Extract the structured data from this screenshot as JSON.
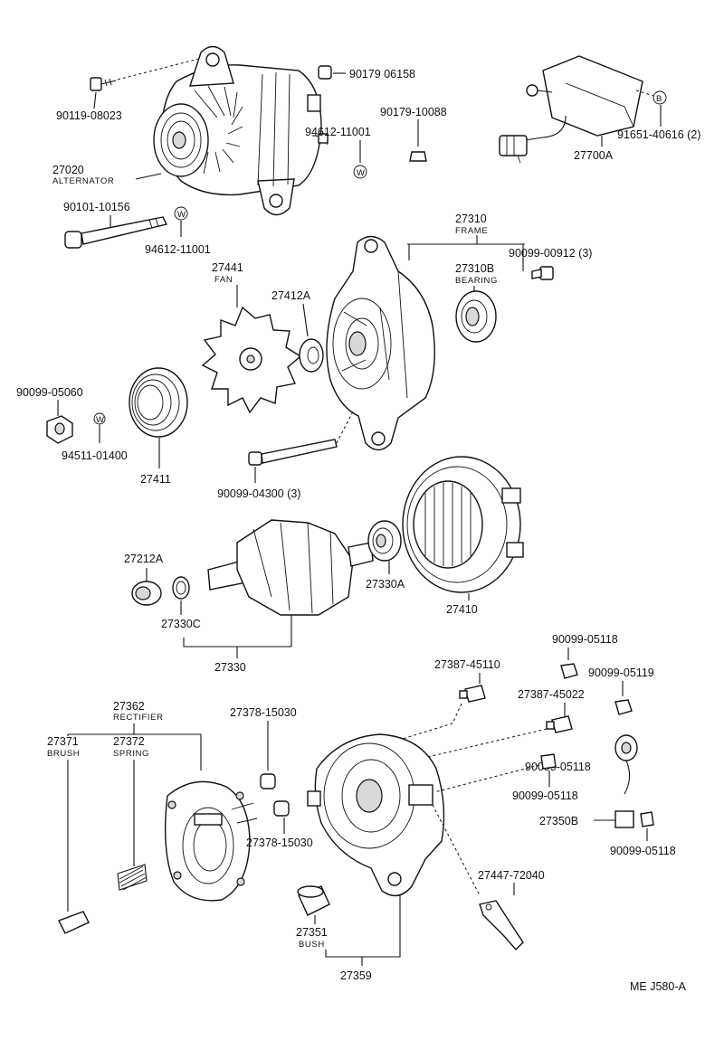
{
  "diagram": {
    "parts": {
      "screw_90119_08023": "90119-08023",
      "alternator_27020": "27020",
      "alternator_27020_name": "ALTERNATOR",
      "screw_90179_06158": "90179 06158",
      "nut_90179_10088": "90179-10088",
      "washer_94612_11001_top": "94612-11001",
      "regulator_27700A": "27700A",
      "screw_91651_40616": "91651-40616 (2)",
      "bolt_90101_10156": "90101-10156",
      "washer_94612_11001_low": "94612-11001",
      "fan_27441": "27441",
      "fan_27441_name": "FAN",
      "spacer_27412A": "27412A",
      "frame_27310": "27310",
      "frame_27310_name": "FRAME",
      "bearing_27310B": "27310B",
      "bearing_27310B_name": "BEARING",
      "screw_90099_00912": "90099-00912 (3)",
      "nut_90099_05060": "90099-05060",
      "washer_94511_01400": "94511-01400",
      "pulley_27411": "27411",
      "bolt_90099_04300": "90099-04300 (3)",
      "collar_27212A": "27212A",
      "cover_27330C": "27330C",
      "rotor_27330": "27330",
      "bearing_27330A": "27330A",
      "stator_27410": "27410",
      "nut_90099_05118_top": "90099-05118",
      "nut_90099_05119": "90099-05119",
      "terminal_27387_45110": "27387-45110",
      "terminal_27387_45022": "27387-45022",
      "rectifier_27362": "27362",
      "rectifier_27362_name": "RECTIFIER",
      "brush_27371": "27371",
      "brush_27371_name": "BRUSH",
      "spring_27372": "27372",
      "spring_27372_name": "SPRING",
      "insulator_27378_15030_top": "27378-15030",
      "insulator_27378_15030_low": "27378-15030",
      "nut_90099_05118_mid": "90099-05118",
      "condenser_27350B": "27350B",
      "nut_90099_05118_low": "90099-05118",
      "plate_27447_72040": "27447-72040",
      "bush_27351": "27351",
      "bush_27351_name": "BUSH",
      "frame_27359": "27359"
    },
    "callouts": {
      "washer_symbol": "W",
      "bolt_symbol": "B"
    },
    "figure_code": "ME J580-A"
  }
}
